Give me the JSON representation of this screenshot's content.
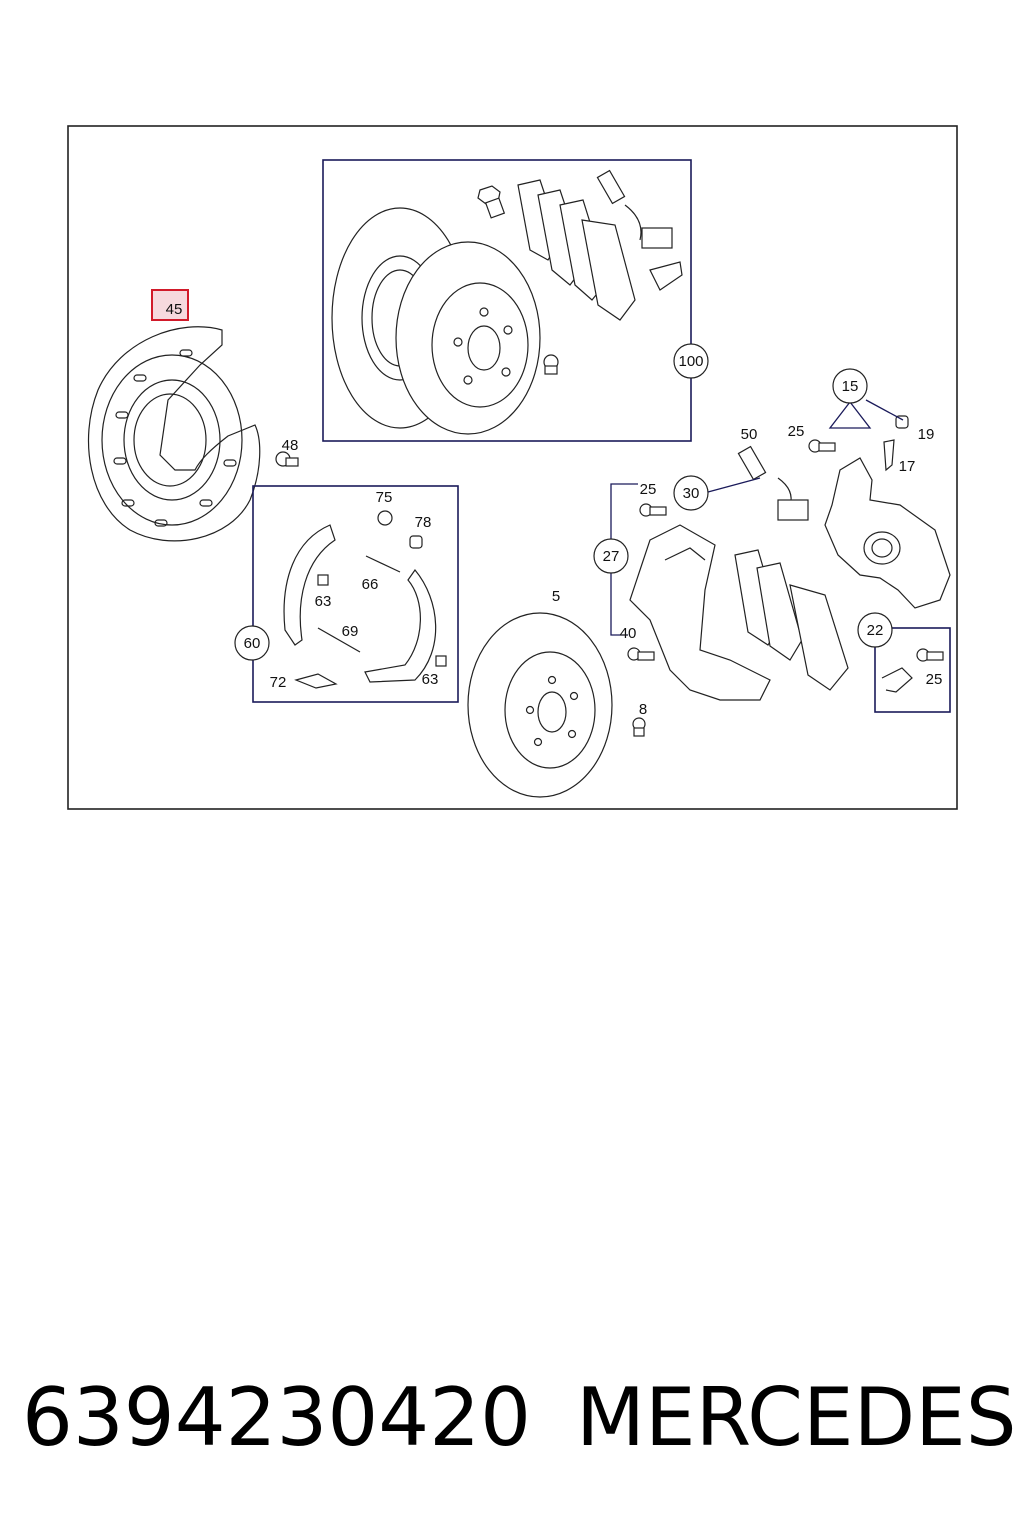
{
  "diagram": {
    "highlighted_part": "45",
    "callouts": {
      "c45": "45",
      "c48": "48",
      "c100": "100",
      "c15": "15",
      "c19": "19",
      "c17": "17",
      "c25a": "25",
      "c50": "50",
      "c30": "30",
      "c25b": "25",
      "c27": "27",
      "c75": "75",
      "c78": "78",
      "c66": "66",
      "c63a": "63",
      "c69": "69",
      "c60": "60",
      "c72": "72",
      "c63b": "63",
      "c5": "5",
      "c40": "40",
      "c8": "8",
      "c22": "22",
      "c25c": "25"
    },
    "colors": {
      "highlight_border": "#d11a2a",
      "highlight_fill": "#f6d9de",
      "box_line": "#1a1a5a"
    }
  },
  "footer": {
    "part_number": "6394230420",
    "brand": "MERCEDES"
  }
}
